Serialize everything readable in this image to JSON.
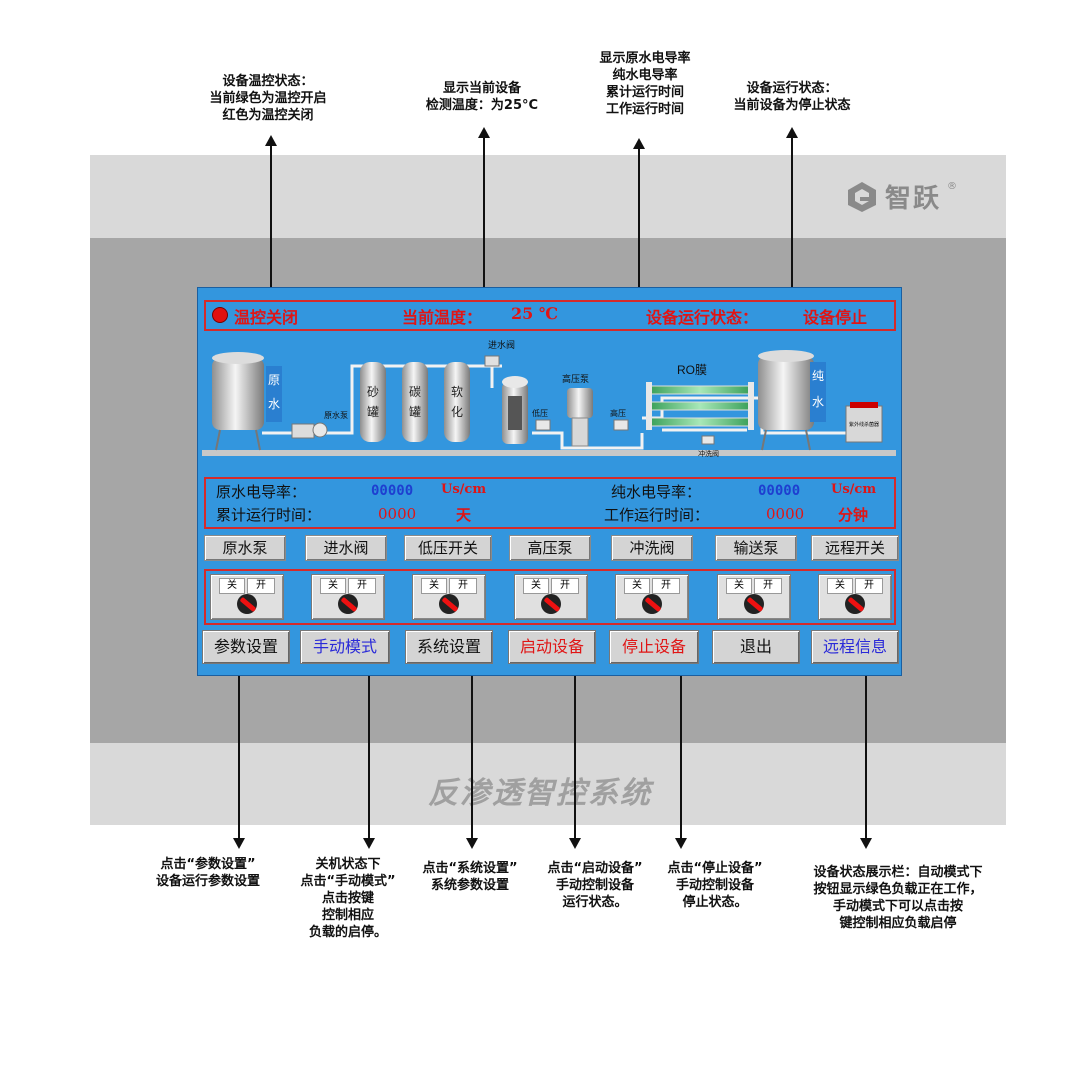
{
  "annotations": {
    "top": [
      {
        "lines": [
          "设备温控状态：",
          "当前绿色为温控开启",
          "红色为温控关闭"
        ]
      },
      {
        "lines": [
          "显示当前设备",
          "检测温度：为25°C"
        ]
      },
      {
        "lines": [
          "显示原水电导率",
          "纯水电导率",
          "累计运行时间",
          "工作运行时间"
        ]
      },
      {
        "lines": [
          "设备运行状态：",
          "当前设备为停止状态"
        ]
      }
    ],
    "bottom": [
      {
        "lines": [
          "点击“参数设置”",
          "设备运行参数设置"
        ]
      },
      {
        "lines": [
          "关机状态下",
          "点击“手动模式”",
          "点击按键",
          "控制相应",
          "负载的启停。"
        ]
      },
      {
        "lines": [
          "点击“系统设置”",
          "系统参数设置"
        ]
      },
      {
        "lines": [
          "点击“启动设备”",
          "手动控制设备",
          "运行状态。"
        ]
      },
      {
        "lines": [
          "点击“停止设备”",
          "手动控制设备",
          "停止状态。"
        ]
      },
      {
        "lines": [
          "设备状态展示栏：自动模式下",
          "按钮显示绿色负载正在工作，",
          "手动模式下可以点击按",
          "键控制相应负载启停"
        ]
      }
    ]
  },
  "logo": {
    "text": "智跃",
    "reg": "®"
  },
  "system_title": "反渗透智控系统",
  "hmi": {
    "status": {
      "temp_control": "温控关闭",
      "temp_label": "当前温度：",
      "temp_value": "25 ℃",
      "run_label": "设备运行状态：",
      "run_value": "设备停止"
    },
    "process": {
      "raw_tank": "原水",
      "pure_tank": "纯水",
      "filter_sand": "砂罐",
      "filter_carbon": "碳罐",
      "filter_soft": "软化",
      "ro": "RO膜",
      "inlet_valve": "进水阀",
      "raw_pump": "原水泵",
      "high_pump": "高压泵",
      "low_switch": "低压",
      "high_switch": "高压",
      "flush_valve": "冲洗阀",
      "sterilizer": "紫外线杀菌器"
    },
    "readings": {
      "raw_cond_label": "原水电导率：",
      "raw_cond_value": "00000",
      "raw_cond_unit": "Us/cm",
      "pure_cond_label": "纯水电导率：",
      "pure_cond_value": "00000",
      "pure_cond_unit": "Us/cm",
      "total_time_label": "累计运行时间：",
      "total_time_value": "0000",
      "total_time_unit": "天",
      "work_time_label": "工作运行时间：",
      "work_time_value": "0000",
      "work_time_unit": "分钟"
    },
    "loads": [
      "原水泵",
      "进水阀",
      "低压开关",
      "高压泵",
      "冲洗阀",
      "输送泵",
      "远程开关"
    ],
    "switch_off": "关",
    "switch_on": "开",
    "buttons": [
      {
        "label": "参数设置",
        "color": "#111111"
      },
      {
        "label": "手动模式",
        "color": "#2a2ad8"
      },
      {
        "label": "系统设置",
        "color": "#111111"
      },
      {
        "label": "启动设备",
        "color": "#e01515"
      },
      {
        "label": "停止设备",
        "color": "#e01515"
      },
      {
        "label": "退出",
        "color": "#111111"
      },
      {
        "label": "远程信息",
        "color": "#2a2ad8"
      }
    ]
  }
}
